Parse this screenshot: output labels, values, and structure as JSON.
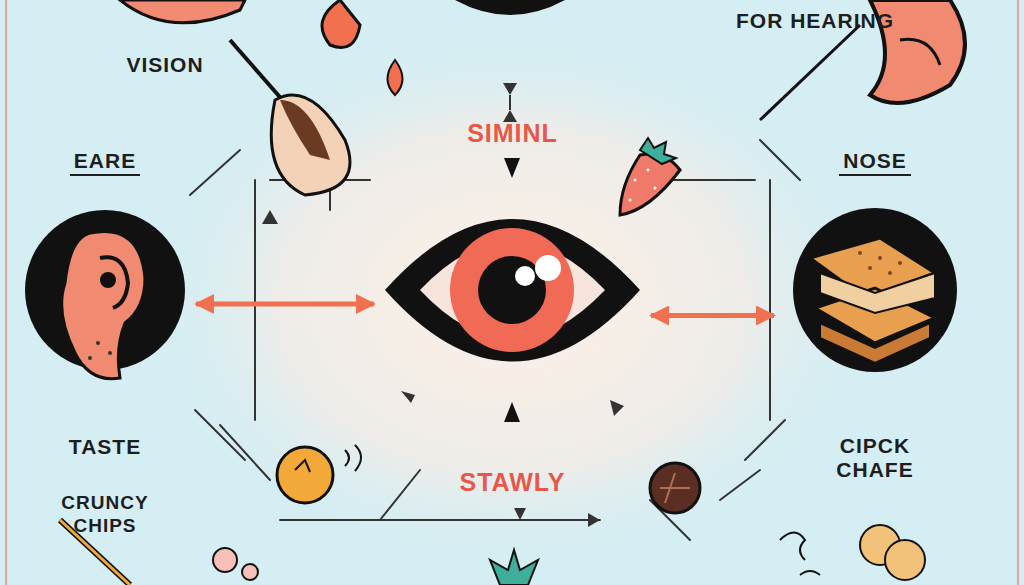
{
  "diagram": {
    "nodes": [
      {
        "text": [
          "EARE",
          "TASTE"
        ]
      },
      {
        "text": [
          "SIMINL",
          "STAWLY"
        ]
      },
      {
        "text": [
          "NOSE",
          "CIPCK CHAFE"
        ]
      }
    ],
    "edges": [
      {
        "from": 0,
        "to": 1,
        "arrow": "both"
      },
      {
        "from": 1,
        "to": 2,
        "arrow": "both"
      }
    ],
    "labels": [
      "VISION",
      "FOR HEARING",
      "CRUNCY CHIPS"
    ]
  }
}
